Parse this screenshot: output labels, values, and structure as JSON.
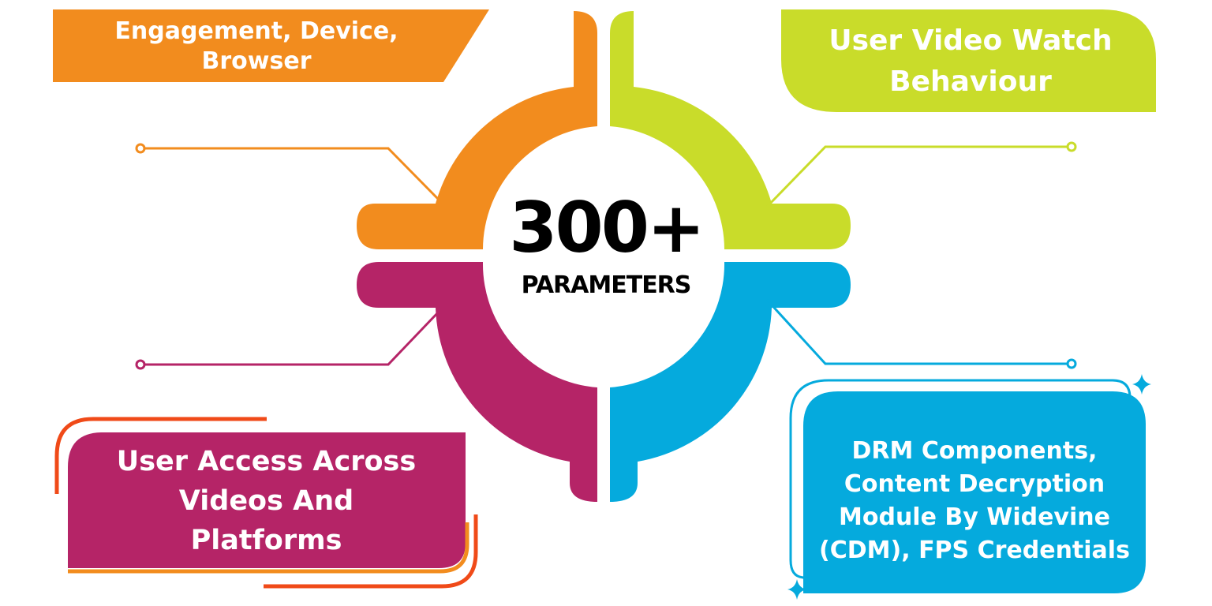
{
  "center": {
    "number": "300+",
    "caption": "PARAMETERS"
  },
  "quadrants": {
    "top_left": {
      "label": "Engagement, Device,\nBrowser",
      "color": "#F28C1E"
    },
    "top_right": {
      "label": "User Video Watch\nBehaviour",
      "color": "#C9DC2A"
    },
    "bottom_left": {
      "label": "User Access Across\nVideos And\nPlatforms",
      "color": "#B52467"
    },
    "bottom_right": {
      "label": "DRM Components,\nContent Decryption\nModule By Widevine\n(CDM), FPS Credentials",
      "color": "#05AADD"
    }
  },
  "accent_color": "#F04A18"
}
